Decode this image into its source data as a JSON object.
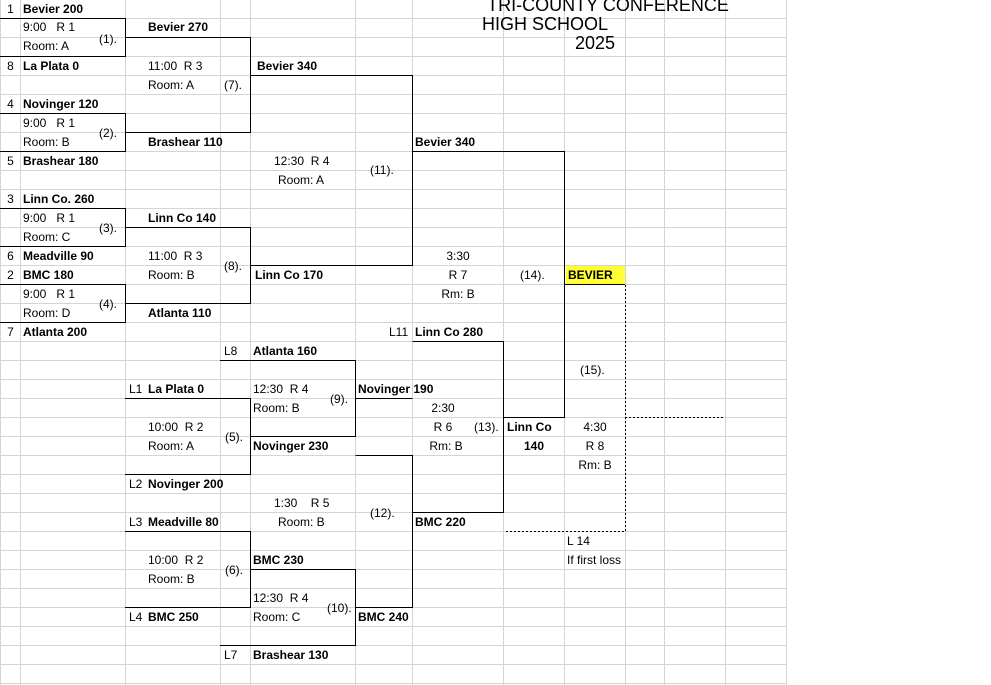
{
  "title": {
    "line1": "TRI-COUNTY CONFERENCE",
    "line2": "HIGH SCHOOL",
    "line3": "2025"
  },
  "round1": [
    {
      "seed": "1",
      "team": "Bevier 200"
    },
    {
      "seed": "8",
      "team": "La Plata 0"
    },
    {
      "seed": "4",
      "team": "Novinger 120"
    },
    {
      "seed": "5",
      "team": "Brashear 180"
    },
    {
      "seed": "3",
      "team": "Linn Co. 260"
    },
    {
      "seed": "6",
      "team": "Meadville 90"
    },
    {
      "seed": "2",
      "team": "BMC 180"
    },
    {
      "seed": "7",
      "team": "Atlanta 200"
    }
  ],
  "games": {
    "g1": {
      "num": "(1).",
      "time": "9:00   R 1",
      "room": "Room: A"
    },
    "g2": {
      "num": "(2).",
      "time": "9:00   R 1",
      "room": "Room: B"
    },
    "g3": {
      "num": "(3).",
      "time": "9:00   R 1",
      "room": "Room: C"
    },
    "g4": {
      "num": "(4).",
      "time": "9:00   R 1",
      "room": "Room: D"
    },
    "g5": {
      "num": "(5).",
      "time": "10:00  R 2",
      "room": "Room: A"
    },
    "g6": {
      "num": "(6).",
      "time": "10:00  R 2",
      "room": "Room: B"
    },
    "g7": {
      "num": "(7).",
      "time": "11:00  R 3",
      "room": "Room: A"
    },
    "g8": {
      "num": "(8).",
      "time": "11:00  R 3",
      "room": "Room: B"
    },
    "g9": {
      "num": "(9).",
      "time": "12:30  R 4",
      "room": "Room: B"
    },
    "g10": {
      "num": "(10).",
      "time": "12:30  R 4",
      "room": "Room: C"
    },
    "g11": {
      "num": "(11).",
      "time": "12:30  R 4",
      "room": "Room: A"
    },
    "g12": {
      "num": "(12).",
      "time": "1:30    R 5",
      "room": "Room: B"
    },
    "g13": {
      "num": "(13).",
      "time": "2:30",
      "round": "R 6",
      "room": "Rm: B"
    },
    "g14": {
      "num": "(14).",
      "time": "3:30",
      "round": "R 7",
      "room": "Rm: B"
    },
    "g15": {
      "num": "(15).",
      "time": "4:30",
      "round": "R 8",
      "room": "Rm: B"
    }
  },
  "winners": {
    "w1": "Bevier 270",
    "w2": "Brashear 110",
    "w3": "Linn Co 140",
    "w4": "Atlanta 110",
    "w5": "Novinger 230",
    "w6": "BMC 230",
    "w7": "Bevier 340",
    "w8": "Linn Co 170",
    "w9": "Novinger 190",
    "w10": "BMC 240",
    "w11": "Bevier 340",
    "w12": "BMC 220",
    "w13_line1": "Linn Co",
    "w13_line2": "140",
    "champion": "BEVIER"
  },
  "losers": {
    "l1": {
      "tag": "L1",
      "team": "La Plata 0"
    },
    "l2": {
      "tag": "L2",
      "team": "Novinger 200"
    },
    "l3": {
      "tag": "L3",
      "team": "Meadville 80"
    },
    "l4": {
      "tag": "L4",
      "team": "BMC 250"
    },
    "l7": {
      "tag": "L7",
      "team": "Brashear 130"
    },
    "l8": {
      "tag": "L8",
      "team": "Atlanta 160"
    },
    "l11": {
      "tag": "L11",
      "team": "Linn Co 280"
    },
    "l14": {
      "tag": "L 14",
      "note": "If first loss"
    }
  }
}
